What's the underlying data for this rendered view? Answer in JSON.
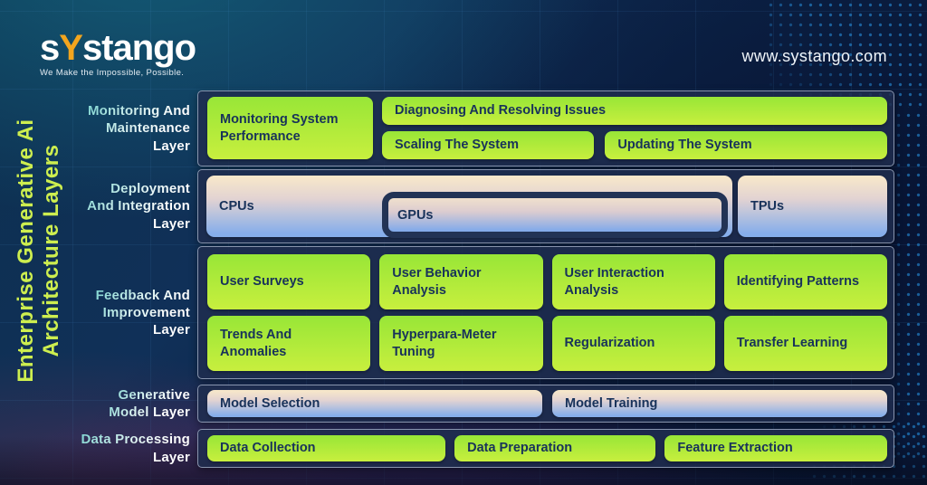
{
  "brand": {
    "logo_pre": "s",
    "logo_accent": "Y",
    "logo_post": "stango",
    "tagline": "We Make the Impossible, Possible.",
    "website": "www.systango.com"
  },
  "title": {
    "line1": "Enterprise Generative Ai",
    "line2": "Architecture Layers"
  },
  "colors": {
    "accent_orange": "#f2a51e",
    "title_green": "#cdee4f",
    "box_green_top": "#98e637",
    "box_green_bottom": "#c8ef3e",
    "box_sky_top": "#f6e6ca",
    "box_sky_bottom": "#86aeea",
    "panel_navy": "#1f2d4f",
    "label_cyan": "#7ed5d0",
    "box_text_navy": "#18325a"
  },
  "layers": [
    {
      "label": "Monitoring And\nMaintenance\nLayer",
      "boxes": {
        "main": "Monitoring System Performance",
        "top": "Diagnosing And Resolving Issues",
        "bottom_left": "Scaling The System",
        "bottom_right": "Updating The System"
      }
    },
    {
      "label": "Deployment\nAnd Integration\nLayer",
      "boxes": {
        "cpu": "CPUs",
        "gpu": "GPUs",
        "tpu": "TPUs"
      }
    },
    {
      "label": "Feedback And\nImprovement\nLayer",
      "boxes": [
        "User Surveys",
        "User Behavior Analysis",
        "User Interaction Analysis",
        "Identifying Patterns",
        "Trends And Anomalies",
        "Hyperpara-Meter Tuning",
        "Regularization",
        "Transfer Learning"
      ]
    },
    {
      "label": "Generative\nModel Layer",
      "boxes": [
        "Model Selection",
        "Model Training"
      ]
    },
    {
      "label": "Data Processing\nLayer",
      "boxes": [
        "Data Collection",
        "Data Preparation",
        "Feature Extraction"
      ]
    }
  ]
}
